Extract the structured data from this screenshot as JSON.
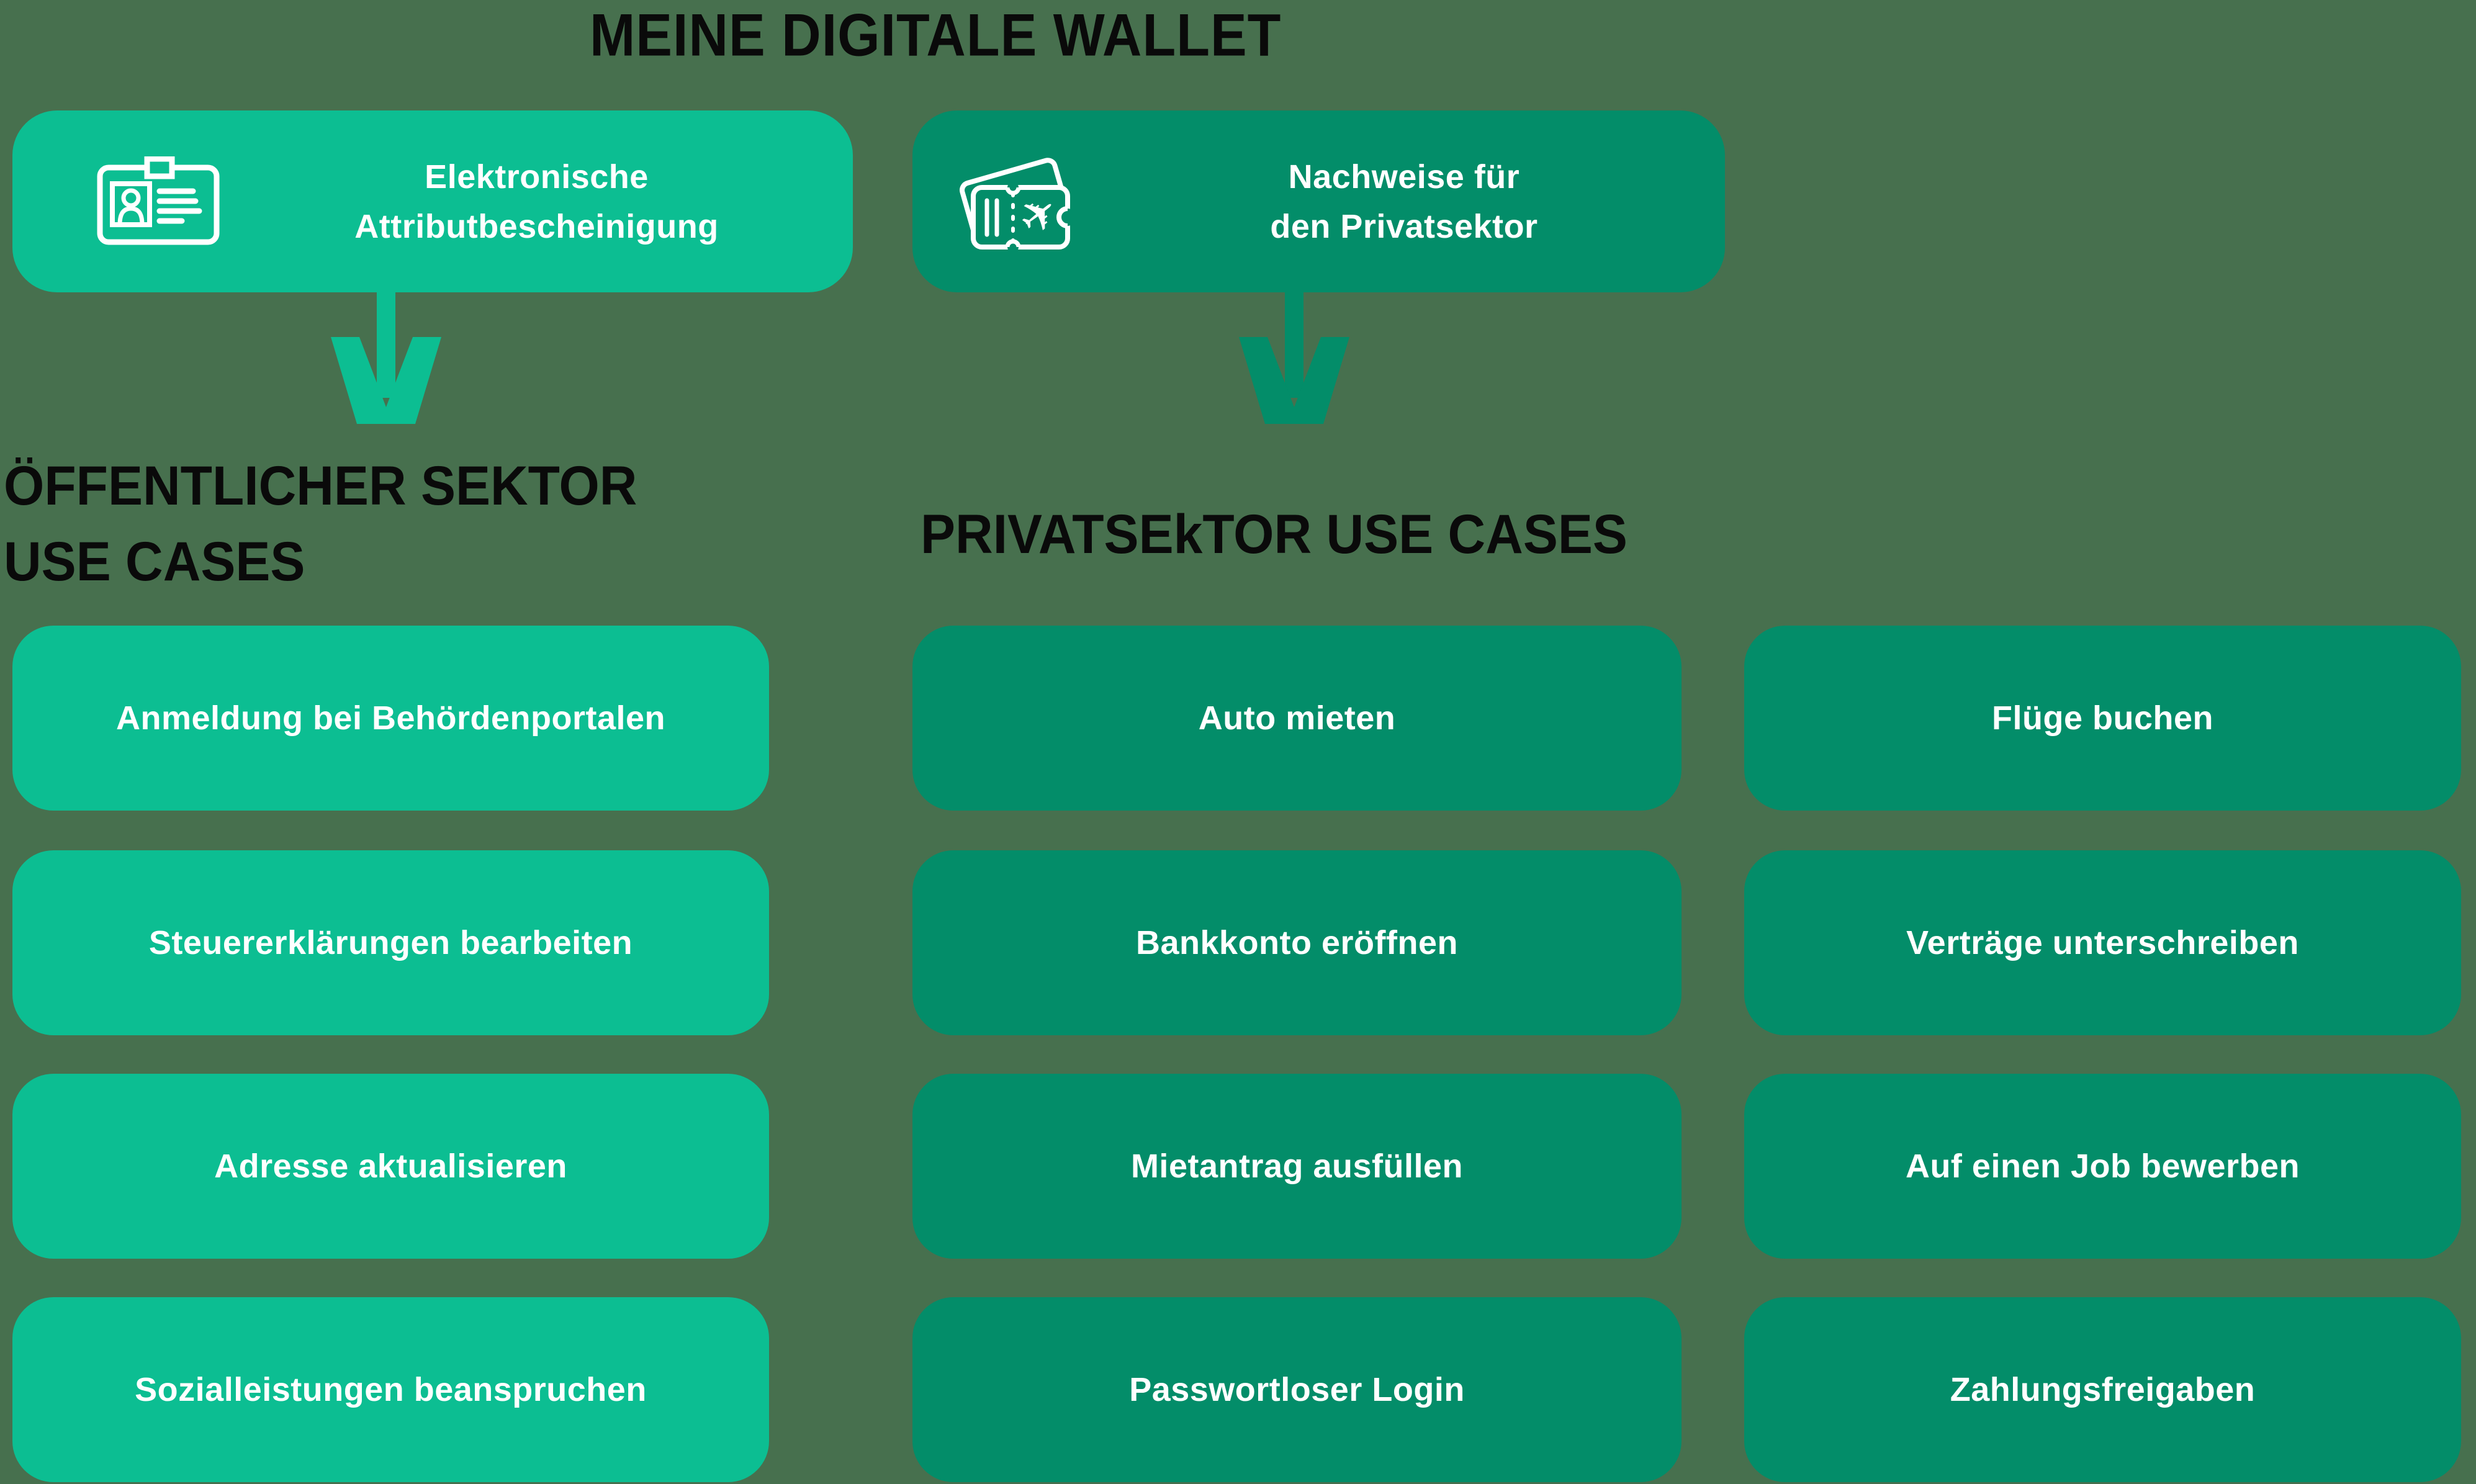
{
  "title": "MEINE DIGITALE WALLET",
  "colors": {
    "background": "#47704E",
    "bright_green": "#0CBE92",
    "dark_green": "#038D69",
    "heading_text": "#0A0A0A",
    "card_text": "#FFFFFF"
  },
  "wallet_cards": [
    {
      "id": "public",
      "icon": "id-card-icon",
      "variant": "bright",
      "label_lines": [
        "Elektronische",
        "Attributbescheinigung"
      ]
    },
    {
      "id": "private",
      "icon": "plane-tickets-icon",
      "variant": "dark",
      "label_lines": [
        "Nachweise für",
        "den Privatsektor"
      ]
    }
  ],
  "arrows": [
    {
      "icon": "down-arrow-icon",
      "color": "#0CBE92"
    },
    {
      "icon": "down-arrow-icon",
      "color": "#038D69"
    }
  ],
  "sections": [
    {
      "heading_lines": [
        "ÖFFENTLICHER SEKTOR",
        "USE CASES"
      ],
      "variant": "bright",
      "columns": [
        [
          "Anmeldung bei Behördenportalen",
          "Steuererklärungen bearbeiten",
          "Adresse aktualisieren",
          "Sozialleistungen beanspruchen"
        ]
      ]
    },
    {
      "heading_lines": [
        "PRIVATSEkTOR USE CASES"
      ],
      "variant": "dark",
      "columns": [
        [
          "Auto mieten",
          "Bankkonto eröffnen",
          "Mietantrag ausfüllen",
          "Passwortloser Login"
        ],
        [
          "Flüge buchen",
          "Verträge unterschreiben",
          "Auf einen Job bewerben",
          "Zahlungsfreigaben"
        ]
      ]
    }
  ]
}
